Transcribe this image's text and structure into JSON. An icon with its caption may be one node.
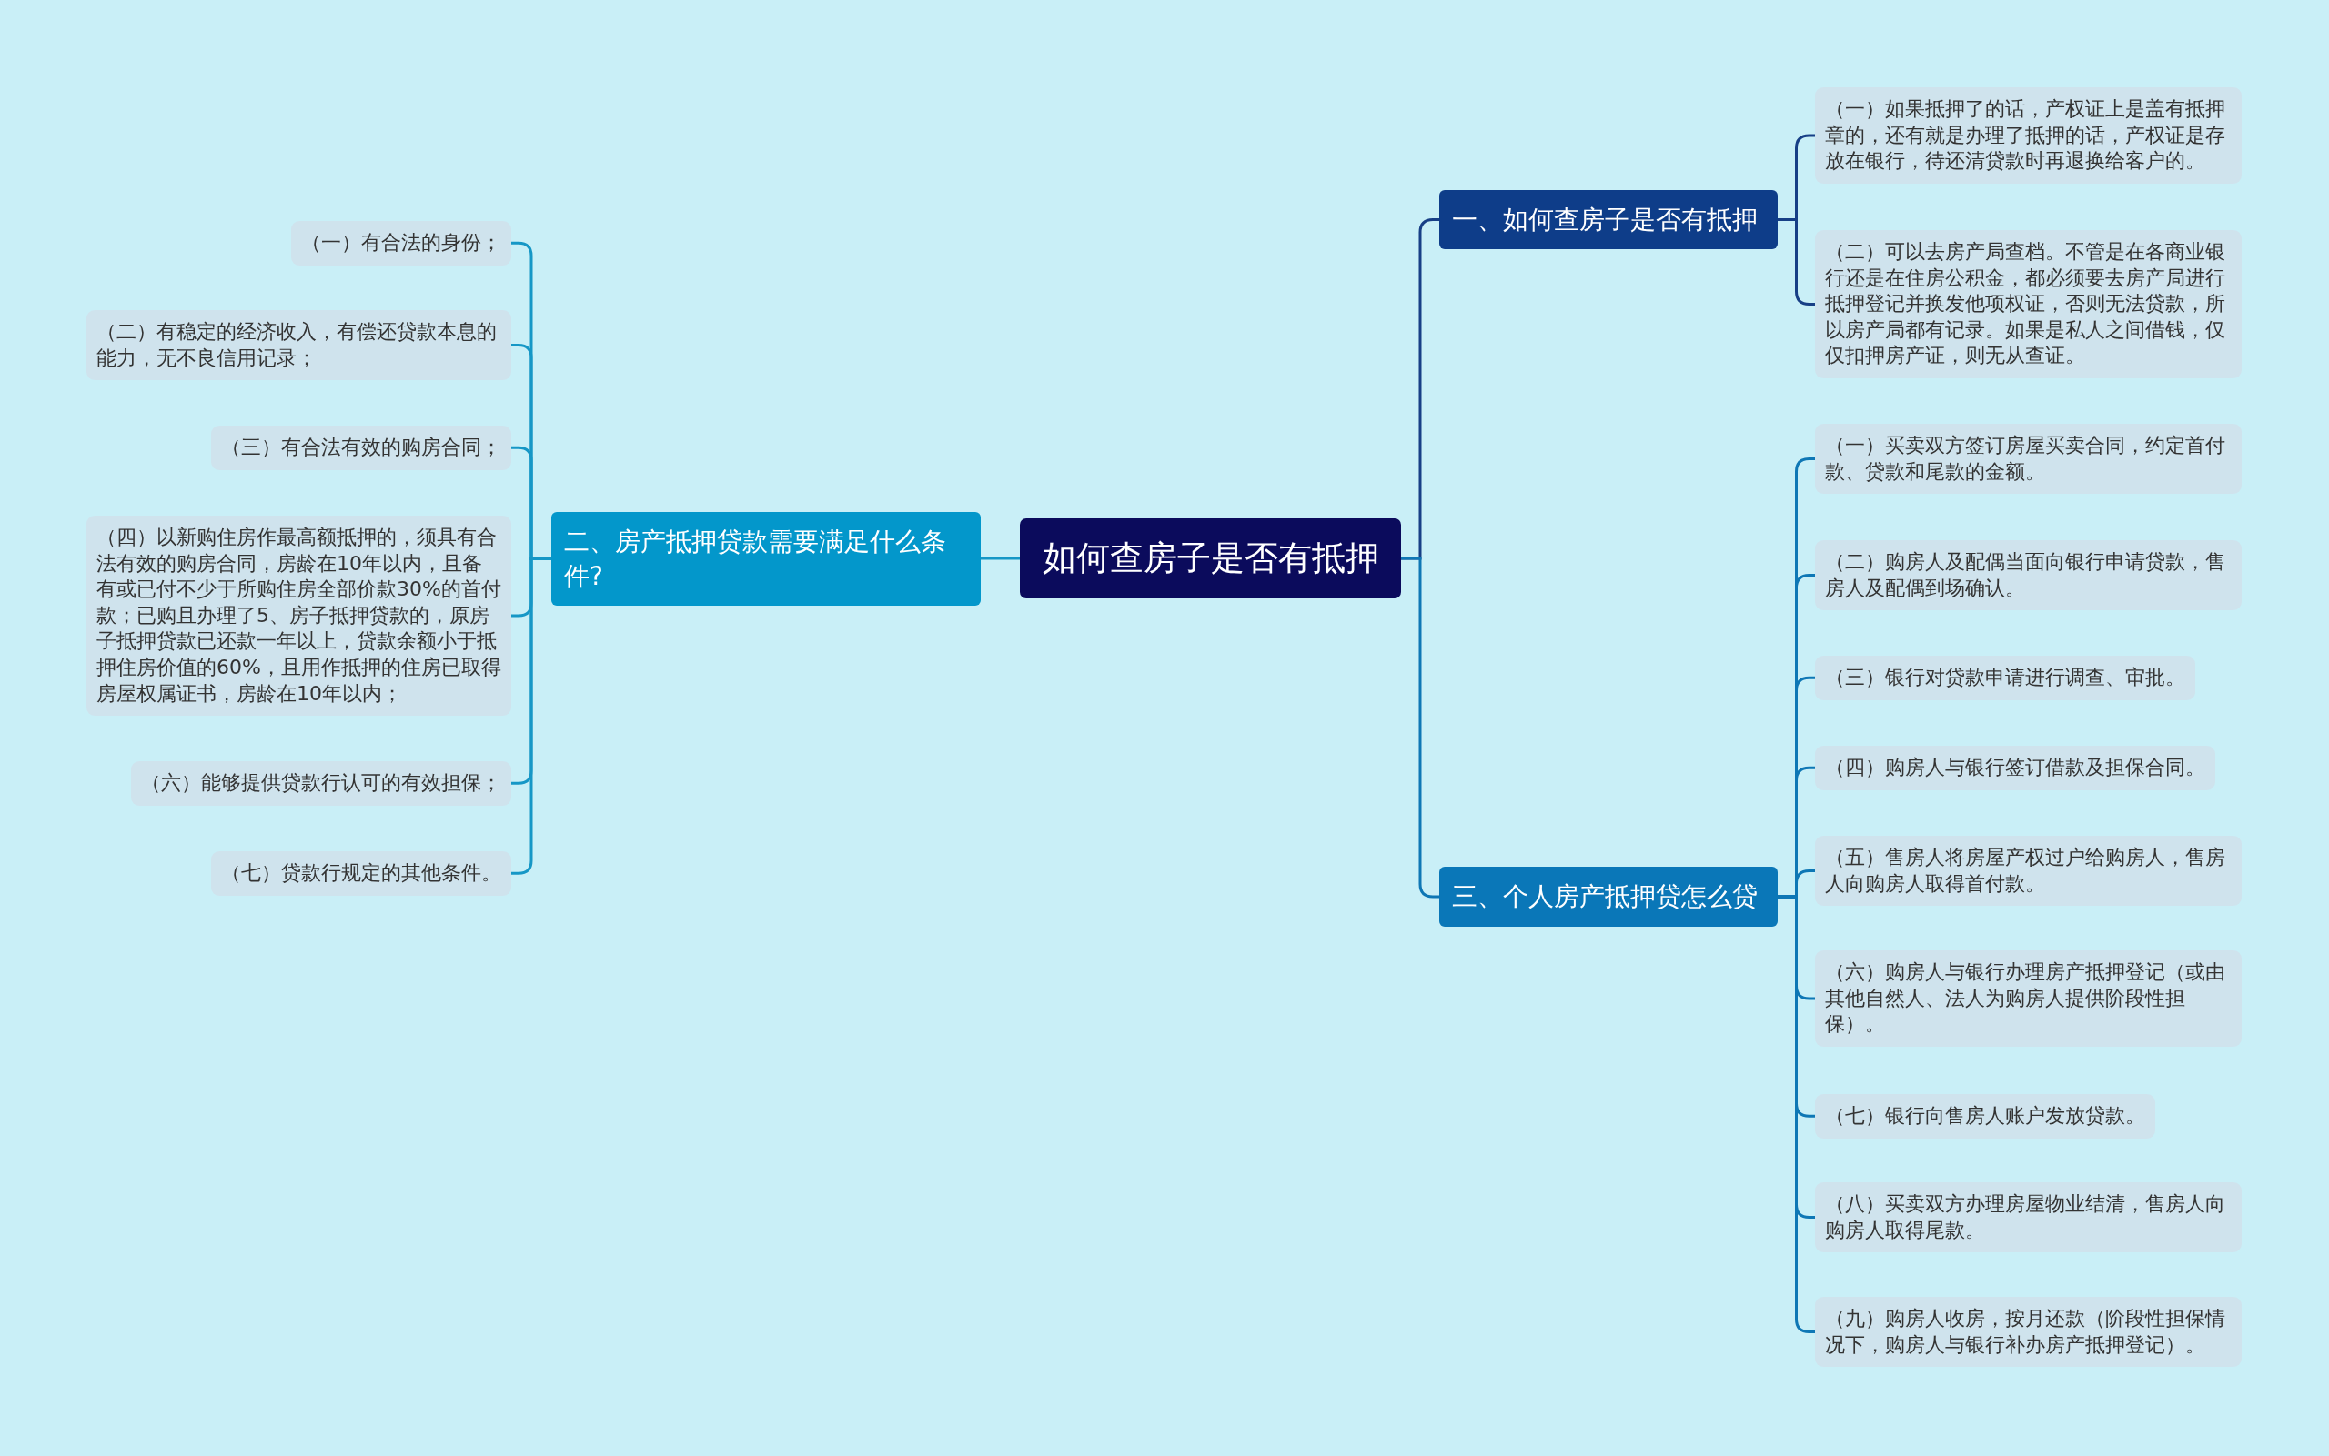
{
  "diagram": {
    "nodes": [
      {
        "text": [
          "如何查房子是否有抵押"
        ]
      },
      {
        "text": [
          "一、如何查房子是否有抵押"
        ]
      },
      {
        "text": [
          "（一）如果抵押了的话，产权证上是盖有抵押章的，还有就是办理了抵押的话，产权证是存放在银行，待还清贷款时再退换给客户的。"
        ]
      },
      {
        "text": [
          "（二）可以去房产局查档。不管是在各商业银行还是在住房公积金，都必须要去房产局进行抵押登记并换发他项权证，否则无法贷款，所以房产局都有记录。如果是私人之间借钱，仅仅扣押房产证，则无从查证。"
        ]
      },
      {
        "text": [
          "二、房产抵押贷款需要满足什么条件?"
        ]
      },
      {
        "text": [
          "（一）有合法的身份；"
        ]
      },
      {
        "text": [
          "（二）有稳定的经济收入，有偿还贷款本息的能力，无不良信用记录；"
        ]
      },
      {
        "text": [
          "（三）有合法有效的购房合同；"
        ]
      },
      {
        "text": [
          "（四）以新购住房作最高额抵押的，须具有合法有效的购房合同，房龄在10年以内，且备有或已付不少于所购住房全部价款30%的首付款；已购且办理了5、房子抵押贷款的，原房子抵押贷款已还款一年以上，贷款余额小于抵押住房价值的60%，且用作抵押的住房已取得房屋权属证书，房龄在10年以内；"
        ]
      },
      {
        "text": [
          "（六）能够提供贷款行认可的有效担保；"
        ]
      },
      {
        "text": [
          "（七）贷款行规定的其他条件。"
        ]
      },
      {
        "text": [
          "三、个人房产抵押贷怎么贷"
        ]
      },
      {
        "text": [
          "（一）买卖双方签订房屋买卖合同，约定首付款、贷款和尾款的金额。"
        ]
      },
      {
        "text": [
          "（二）购房人及配偶当面向银行申请贷款，售房人及配偶到场确认。"
        ]
      },
      {
        "text": [
          "（三）银行对贷款申请进行调查、审批。"
        ]
      },
      {
        "text": [
          "（四）购房人与银行签订借款及担保合同。"
        ]
      },
      {
        "text": [
          "（五）售房人将房屋产权过户给购房人，售房人向购房人取得首付款。"
        ]
      },
      {
        "text": [
          "（六）购房人与银行办理房产抵押登记（或由其他自然人、法人为购房人提供阶段性担保）。"
        ]
      },
      {
        "text": [
          "（七）银行向售房人账户发放贷款。"
        ]
      },
      {
        "text": [
          "（八）买卖双方办理房屋物业结清，售房人向购房人取得尾款。"
        ]
      },
      {
        "text": [
          "（九）购房人收房，按月还款（阶段性担保情况下，购房人与银行补办房产抵押登记）。"
        ]
      }
    ],
    "edges": [
      {
        "from": 0,
        "to": 1,
        "arrow": "none",
        "color": "#173f86"
      },
      {
        "from": 1,
        "to": 2,
        "arrow": "none",
        "color": "#173f86"
      },
      {
        "from": 1,
        "to": 3,
        "arrow": "none",
        "color": "#173f86"
      },
      {
        "from": 0,
        "to": 4,
        "arrow": "none",
        "color": "#1697c6"
      },
      {
        "from": 4,
        "to": 5,
        "arrow": "none",
        "color": "#1697c6"
      },
      {
        "from": 4,
        "to": 6,
        "arrow": "none",
        "color": "#1697c6"
      },
      {
        "from": 4,
        "to": 7,
        "arrow": "none",
        "color": "#1697c6"
      },
      {
        "from": 4,
        "to": 8,
        "arrow": "none",
        "color": "#1697c6"
      },
      {
        "from": 4,
        "to": 9,
        "arrow": "none",
        "color": "#1697c6"
      },
      {
        "from": 4,
        "to": 10,
        "arrow": "none",
        "color": "#1697c6"
      },
      {
        "from": 0,
        "to": 11,
        "arrow": "none"
      },
      {
        "from": 11,
        "to": 12,
        "arrow": "none"
      },
      {
        "from": 11,
        "to": 13,
        "arrow": "none"
      },
      {
        "from": 11,
        "to": 14,
        "arrow": "none"
      },
      {
        "from": 11,
        "to": 15,
        "arrow": "none"
      },
      {
        "from": 11,
        "to": 16,
        "arrow": "none"
      },
      {
        "from": 11,
        "to": 17,
        "arrow": "none"
      },
      {
        "from": 11,
        "to": 18,
        "arrow": "none"
      },
      {
        "from": 11,
        "to": 19,
        "arrow": "none"
      },
      {
        "from": 11,
        "to": 20,
        "arrow": "none"
      }
    ]
  }
}
